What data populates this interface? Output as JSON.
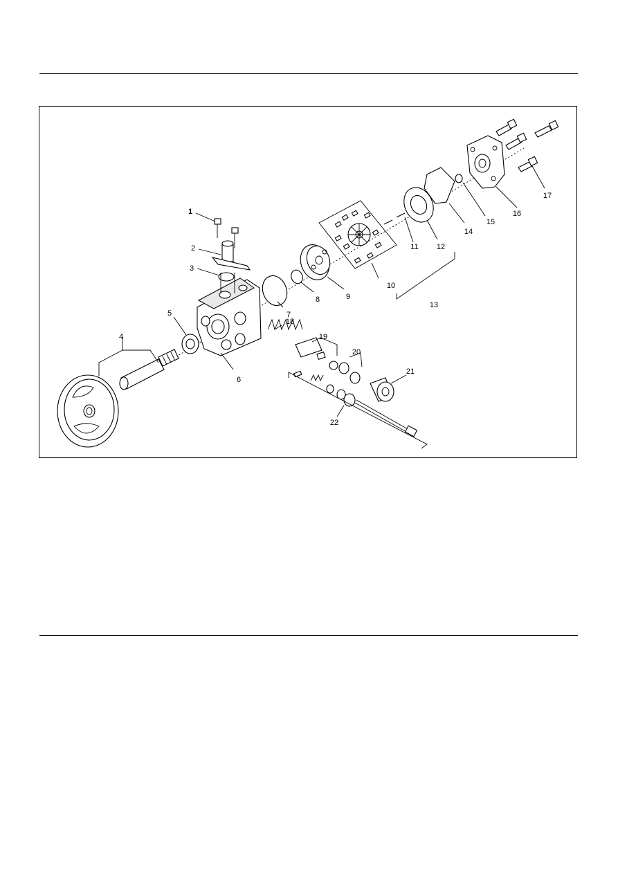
{
  "figure": {
    "callouts": [
      {
        "id": "c1",
        "text": "1"
      },
      {
        "id": "c2",
        "text": "2"
      },
      {
        "id": "c3",
        "text": "3"
      },
      {
        "id": "c4",
        "text": "4"
      },
      {
        "id": "c5",
        "text": "5"
      },
      {
        "id": "c6",
        "text": "6"
      },
      {
        "id": "c7",
        "text": "7"
      },
      {
        "id": "c8",
        "text": "8"
      },
      {
        "id": "c9",
        "text": "9"
      },
      {
        "id": "c10",
        "text": "10"
      },
      {
        "id": "c11",
        "text": "11"
      },
      {
        "id": "c12",
        "text": "12"
      },
      {
        "id": "c13",
        "text": "13"
      },
      {
        "id": "c14",
        "text": "14"
      },
      {
        "id": "c15",
        "text": "15"
      },
      {
        "id": "c16",
        "text": "16"
      },
      {
        "id": "c17",
        "text": "17"
      },
      {
        "id": "c18",
        "text": "18"
      },
      {
        "id": "c19",
        "text": "19"
      },
      {
        "id": "c20",
        "text": "20"
      },
      {
        "id": "c21",
        "text": "21"
      },
      {
        "id": "c22",
        "text": "22"
      }
    ]
  }
}
